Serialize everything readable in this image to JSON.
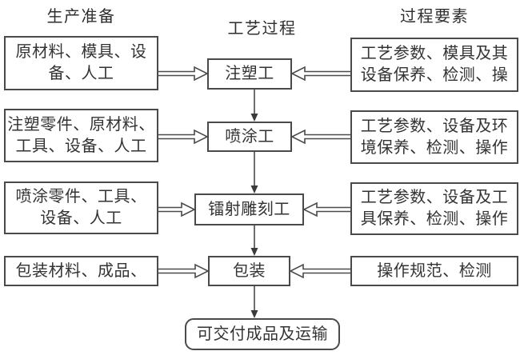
{
  "headers": {
    "production_prep": "生产准备",
    "process": "工艺过程",
    "process_elements": "过程要素"
  },
  "production_prep_boxes": [
    {
      "lines": [
        "原材料、模具、设",
        "备、人工"
      ]
    },
    {
      "lines": [
        "注塑零件、原材料、",
        "工具、设备、人工"
      ]
    },
    {
      "lines": [
        "喷涂零件、工具、",
        "设备、人工"
      ]
    },
    {
      "lines": [
        "包装材料、成品、"
      ]
    }
  ],
  "process_boxes": [
    {
      "label": "注塑工"
    },
    {
      "label": "喷涂工"
    },
    {
      "label": "镭射雕刻工"
    },
    {
      "label": "包装"
    },
    {
      "label": "可交付成品及运输"
    }
  ],
  "process_element_boxes": [
    {
      "lines": [
        "工艺参数、模具及其",
        "设备保养、检测、操"
      ]
    },
    {
      "lines": [
        "工艺参数、设备及环",
        "境保养、检测、操作"
      ]
    },
    {
      "lines": [
        "工艺参数、设备及工",
        "具保养、检测、操作"
      ]
    },
    {
      "lines": [
        "操作规范、检测"
      ]
    }
  ],
  "colors": {
    "line": "#4a4a4a",
    "text": "#333333",
    "background": "#ffffff"
  }
}
